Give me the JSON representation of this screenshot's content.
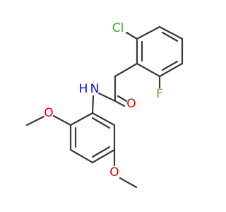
{
  "molecule": {
    "atoms": {
      "cl": {
        "label": "Cl",
        "color": "#32b41e"
      },
      "f": {
        "label": "F",
        "color": "#55b432"
      },
      "o_carbonyl": {
        "label": "O",
        "color": "#e60000"
      },
      "n": {
        "label": "N",
        "color": "#0a0adc"
      },
      "h": {
        "label": "H",
        "color": "#0a0adc"
      },
      "o_methoxy_top": {
        "label": "O",
        "color": "#e60000"
      },
      "o_methoxy_bottom": {
        "label": "O",
        "color": "#e60000"
      }
    },
    "bond_color": "#3a3a3a"
  }
}
